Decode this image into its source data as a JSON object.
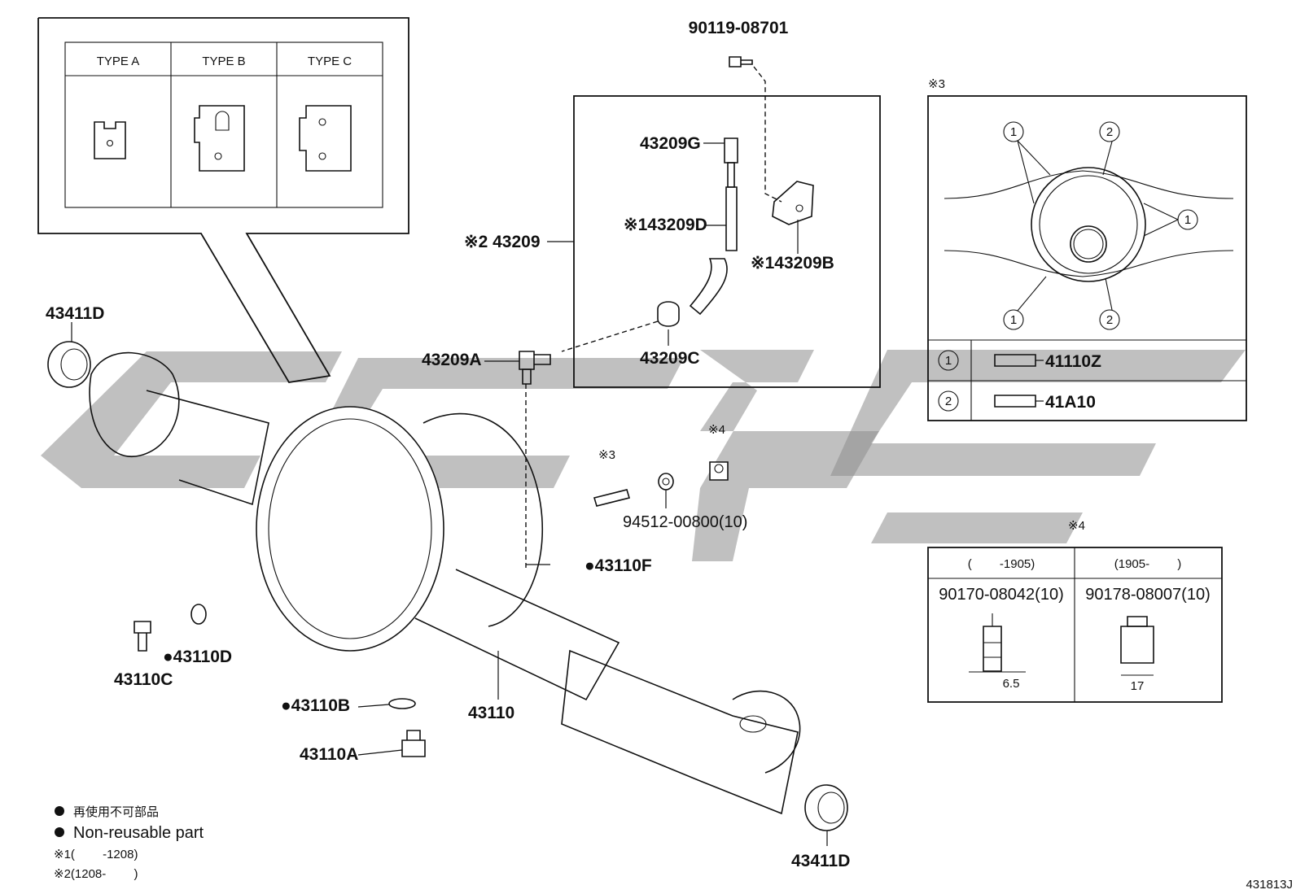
{
  "diagram_id": "431813J",
  "inset_types": {
    "type_a": "TYPE A",
    "type_b": "TYPE B",
    "type_c": "TYPE C"
  },
  "parts": {
    "p90119": "90119-08701",
    "p43209G": "43209G",
    "p43209D": "※143209D",
    "p43209B": "※143209B",
    "p43209": "※2 43209",
    "p43209C": "43209C",
    "p43209A": "43209A",
    "p43411D_top": "43411D",
    "p43411D_bottom": "43411D",
    "p94512": "94512-00800(10)",
    "mark_stud": "※3",
    "mark_nut": "※4",
    "p43110F": "●43110F",
    "p43110D": "●43110D",
    "p43110C": "43110C",
    "p43110B": "●43110B",
    "p43110": "43110",
    "p43110A": "43110A"
  },
  "stud_panel": {
    "mark": "※3",
    "circle1": "1",
    "circle2": "2",
    "row1_part": "41110Z",
    "row2_part": "41A10"
  },
  "nut_panel": {
    "mark": "※4",
    "col1_header": "(　　 -1905)",
    "col2_header": "(1905-　　 )",
    "col1_part": "90170-08042(10)",
    "col2_part": "90178-08007(10)",
    "col1_dim": "6.5",
    "col2_dim": "17"
  },
  "legend": {
    "line1": "再使用不可部品",
    "line2": "Non-reusable part",
    "line3": "※1(　　 -1208)",
    "line4": "※2(1208-　　 )"
  },
  "colors": {
    "line": "#111111",
    "watermark": "#8c8c8c"
  }
}
